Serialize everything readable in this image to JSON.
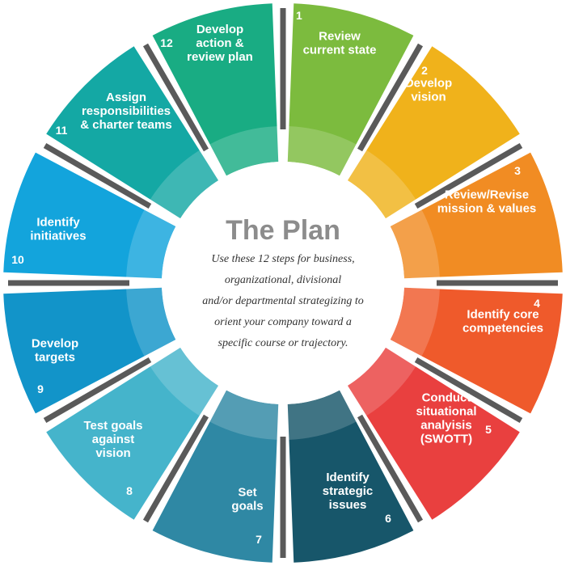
{
  "center": {
    "title": "The Plan",
    "description_lines": [
      "Use these 12 steps for business,",
      "organizational, divisional",
      "and/or departmental strategizing to",
      "orient your company toward a",
      "specific course or trajectory."
    ]
  },
  "steps": [
    {
      "number": "1",
      "lines": [
        "Review",
        "current state"
      ],
      "color": "#7cbb3e"
    },
    {
      "number": "2",
      "lines": [
        "Develop",
        "vision"
      ],
      "color": "#f0b21b"
    },
    {
      "number": "3",
      "lines": [
        "Review/Revise",
        "mission & values"
      ],
      "color": "#f18c23"
    },
    {
      "number": "4",
      "lines": [
        "Identify core",
        "competencies"
      ],
      "color": "#ef5a2b"
    },
    {
      "number": "5",
      "lines": [
        "Conduct",
        "situational",
        "analyisis",
        "(SWOTT)"
      ],
      "color": "#e9403f"
    },
    {
      "number": "6",
      "lines": [
        "Identify",
        "strategic",
        "issues"
      ],
      "color": "#17566a"
    },
    {
      "number": "7",
      "lines": [
        "Set",
        "goals"
      ],
      "color": "#2f88a4"
    },
    {
      "number": "8",
      "lines": [
        "Test goals",
        "against",
        "vision"
      ],
      "color": "#45b4cb"
    },
    {
      "number": "9",
      "lines": [
        "Develop",
        "targets"
      ],
      "color": "#1294c9"
    },
    {
      "number": "10",
      "lines": [
        "Identify",
        "initiatives"
      ],
      "color": "#13a4dc"
    },
    {
      "number": "11",
      "lines": [
        "Assign",
        "responsibilities",
        "& charter teams"
      ],
      "color": "#14a8a4"
    },
    {
      "number": "12",
      "lines": [
        "Develop",
        "action &",
        "review plan"
      ],
      "color": "#19ac83"
    }
  ]
}
